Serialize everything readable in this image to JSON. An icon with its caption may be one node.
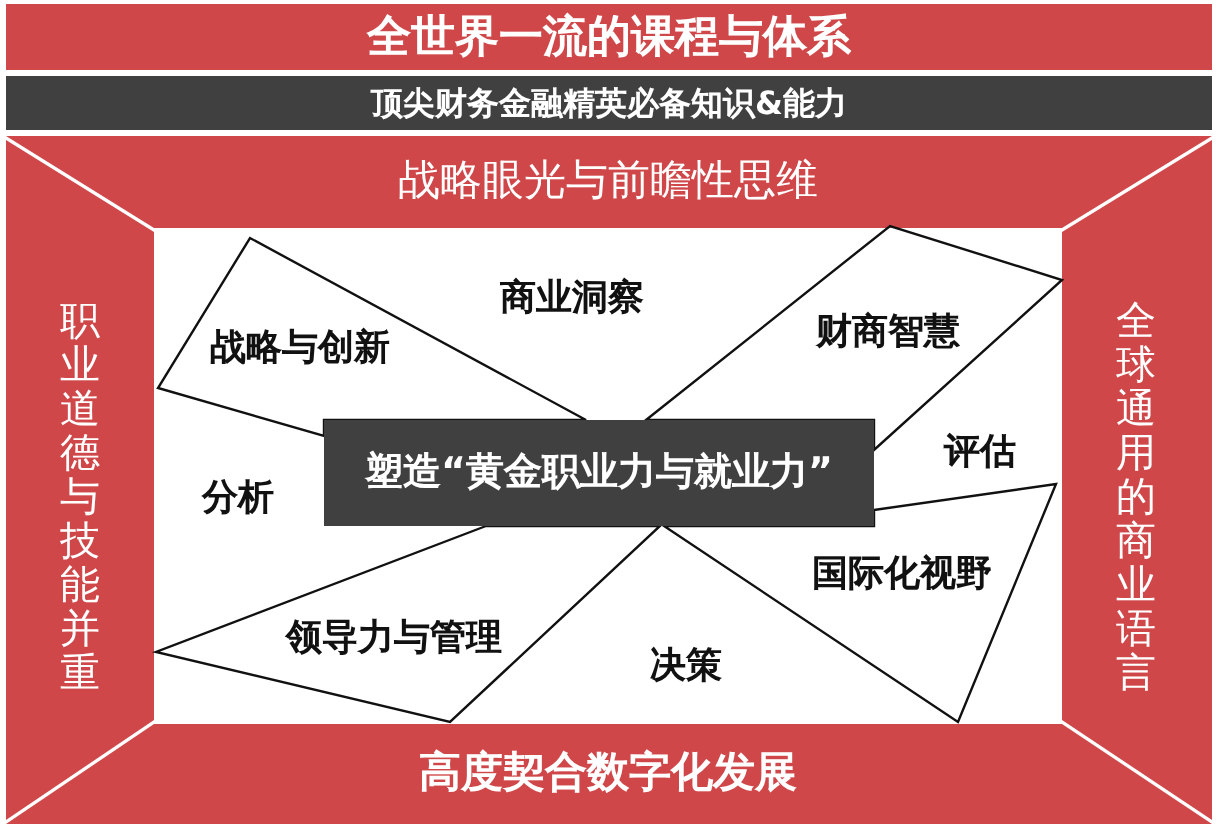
{
  "diagram": {
    "nodes": [
      {
        "text": [
          "全世界一流的课程与体系"
        ]
      },
      {
        "text": [
          "顶尖财务金融精英必备知识&能力"
        ]
      },
      {
        "text": [
          "战略眼光与前瞻性思维"
        ]
      },
      {
        "text": [
          "职业道德与技能并重"
        ]
      },
      {
        "text": [
          "全球通用的商业语言"
        ]
      },
      {
        "text": [
          "塑造“黄金职业力与就业力”"
        ]
      },
      {
        "text": [
          "战略与创新"
        ]
      },
      {
        "text": [
          "财商智慧"
        ]
      },
      {
        "text": [
          "国际化视野"
        ]
      },
      {
        "text": [
          "领导力与管理"
        ]
      },
      {
        "text": [
          "高度契合数字化发展"
        ]
      }
    ],
    "labels": [
      "商业洞察",
      "分析",
      "评估",
      "决策"
    ]
  }
}
